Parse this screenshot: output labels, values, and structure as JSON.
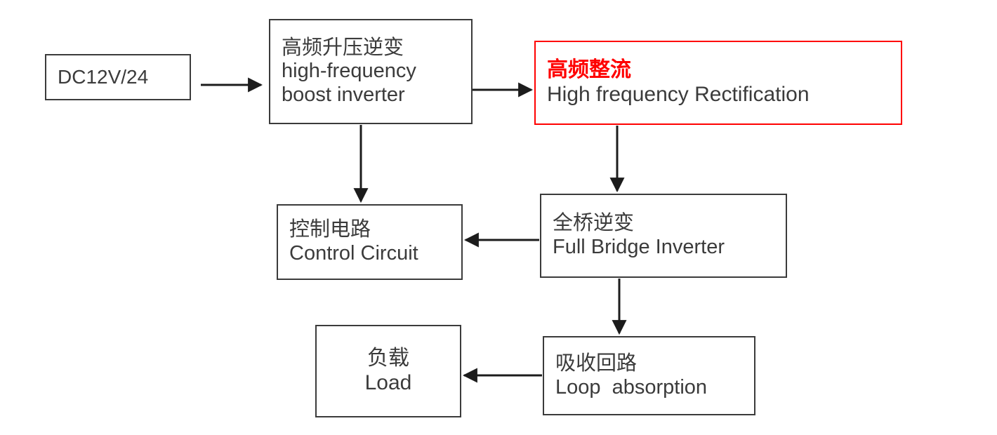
{
  "diagram": {
    "title_text": "",
    "colors": {
      "stroke": "#3b3b3b",
      "text": "#3b3b3b",
      "highlight": "#ff0000",
      "background": "#ffffff"
    },
    "nodes": [
      {
        "id": "source",
        "name": "dc-input-block",
        "cn": "",
        "en": "DC12V/24",
        "highlighted": false,
        "align": "left"
      },
      {
        "id": "boost",
        "name": "high-frequency-boost-inverter-block",
        "cn": "高频升压逆变",
        "en": "high-frequency",
        "en2": "boost inverter",
        "highlighted": false,
        "align": "left"
      },
      {
        "id": "rectifier",
        "name": "high-frequency-rectification-block",
        "cn": "高频整流",
        "en": "High frequency Rectification",
        "highlighted": true,
        "align": "left"
      },
      {
        "id": "control",
        "name": "control-circuit-block",
        "cn": "控制电路",
        "en": "Control Circuit",
        "highlighted": false,
        "align": "left"
      },
      {
        "id": "fullbridge",
        "name": "full-bridge-inverter-block",
        "cn": "全桥逆变",
        "en": "Full Bridge Inverter",
        "highlighted": false,
        "align": "left"
      },
      {
        "id": "load",
        "name": "load-block",
        "cn": "负载",
        "en": "Load",
        "highlighted": false,
        "align": "center"
      },
      {
        "id": "absorption",
        "name": "loop-absorption-block",
        "cn": "吸收回路",
        "en": "Loop  absorption",
        "highlighted": false,
        "align": "left"
      }
    ],
    "edges": [
      {
        "name": "edge-source-to-boost",
        "from": "source",
        "to": "boost",
        "direction": "right"
      },
      {
        "name": "edge-boost-to-rectifier",
        "from": "boost",
        "to": "rectifier",
        "direction": "right"
      },
      {
        "name": "edge-boost-to-control",
        "from": "boost",
        "to": "control",
        "direction": "down"
      },
      {
        "name": "edge-rectifier-to-fullbridge",
        "from": "rectifier",
        "to": "fullbridge",
        "direction": "down"
      },
      {
        "name": "edge-fullbridge-to-control",
        "from": "fullbridge",
        "to": "control",
        "direction": "left"
      },
      {
        "name": "edge-fullbridge-to-absorption",
        "from": "fullbridge",
        "to": "absorption",
        "direction": "down"
      },
      {
        "name": "edge-absorption-to-load",
        "from": "absorption",
        "to": "load",
        "direction": "left"
      }
    ]
  }
}
